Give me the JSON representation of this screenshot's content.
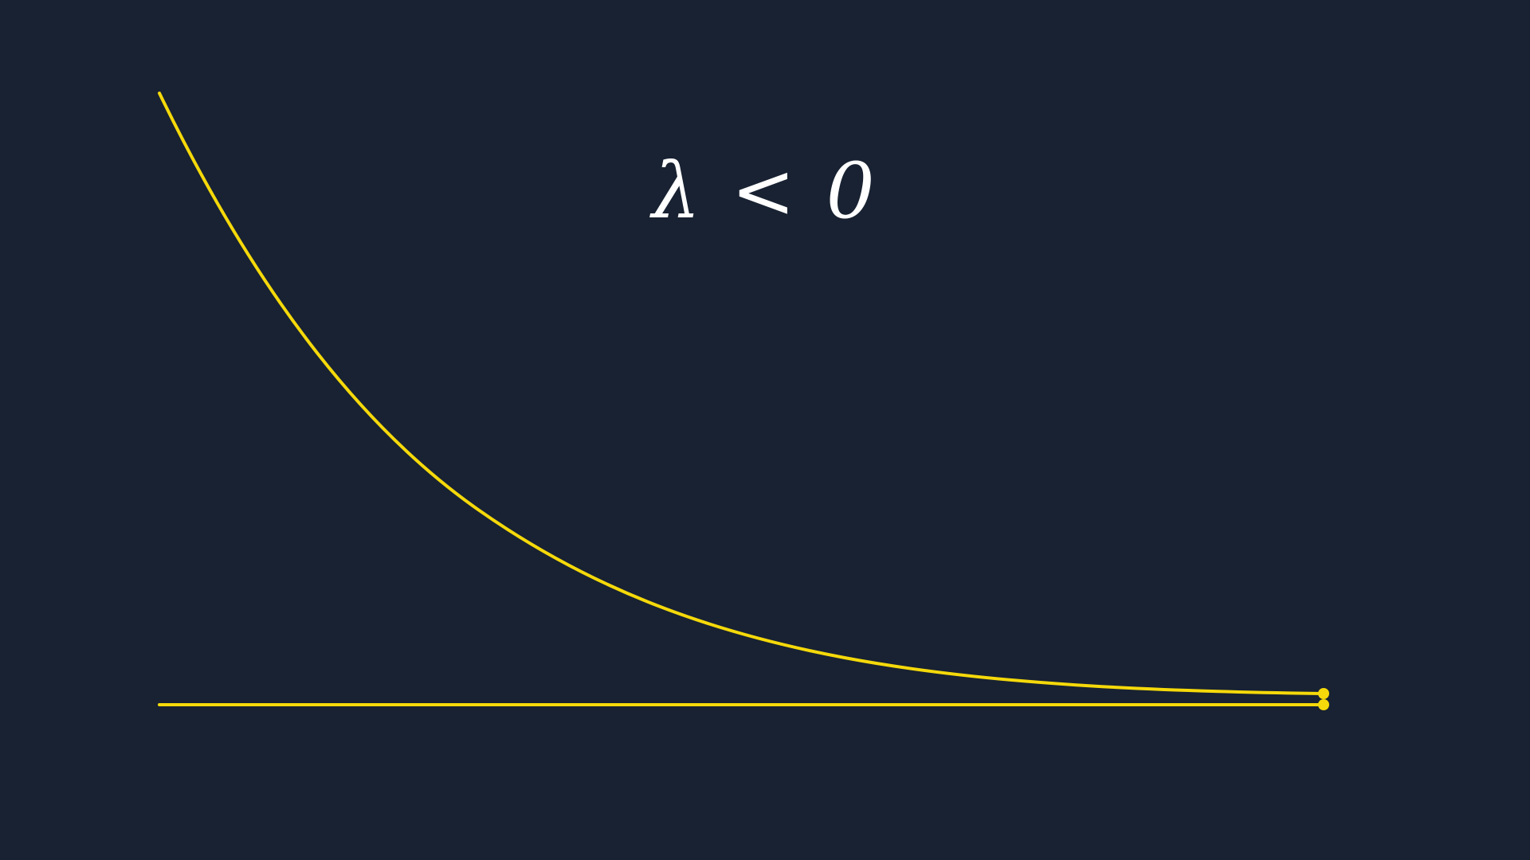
{
  "label": "λ < 0",
  "colors": {
    "background": "#182232",
    "curve": "#f5d90a",
    "label": "#ffffff"
  },
  "icons": {
    "curve_end": "dot-marker",
    "baseline_end": "dot-marker"
  }
}
